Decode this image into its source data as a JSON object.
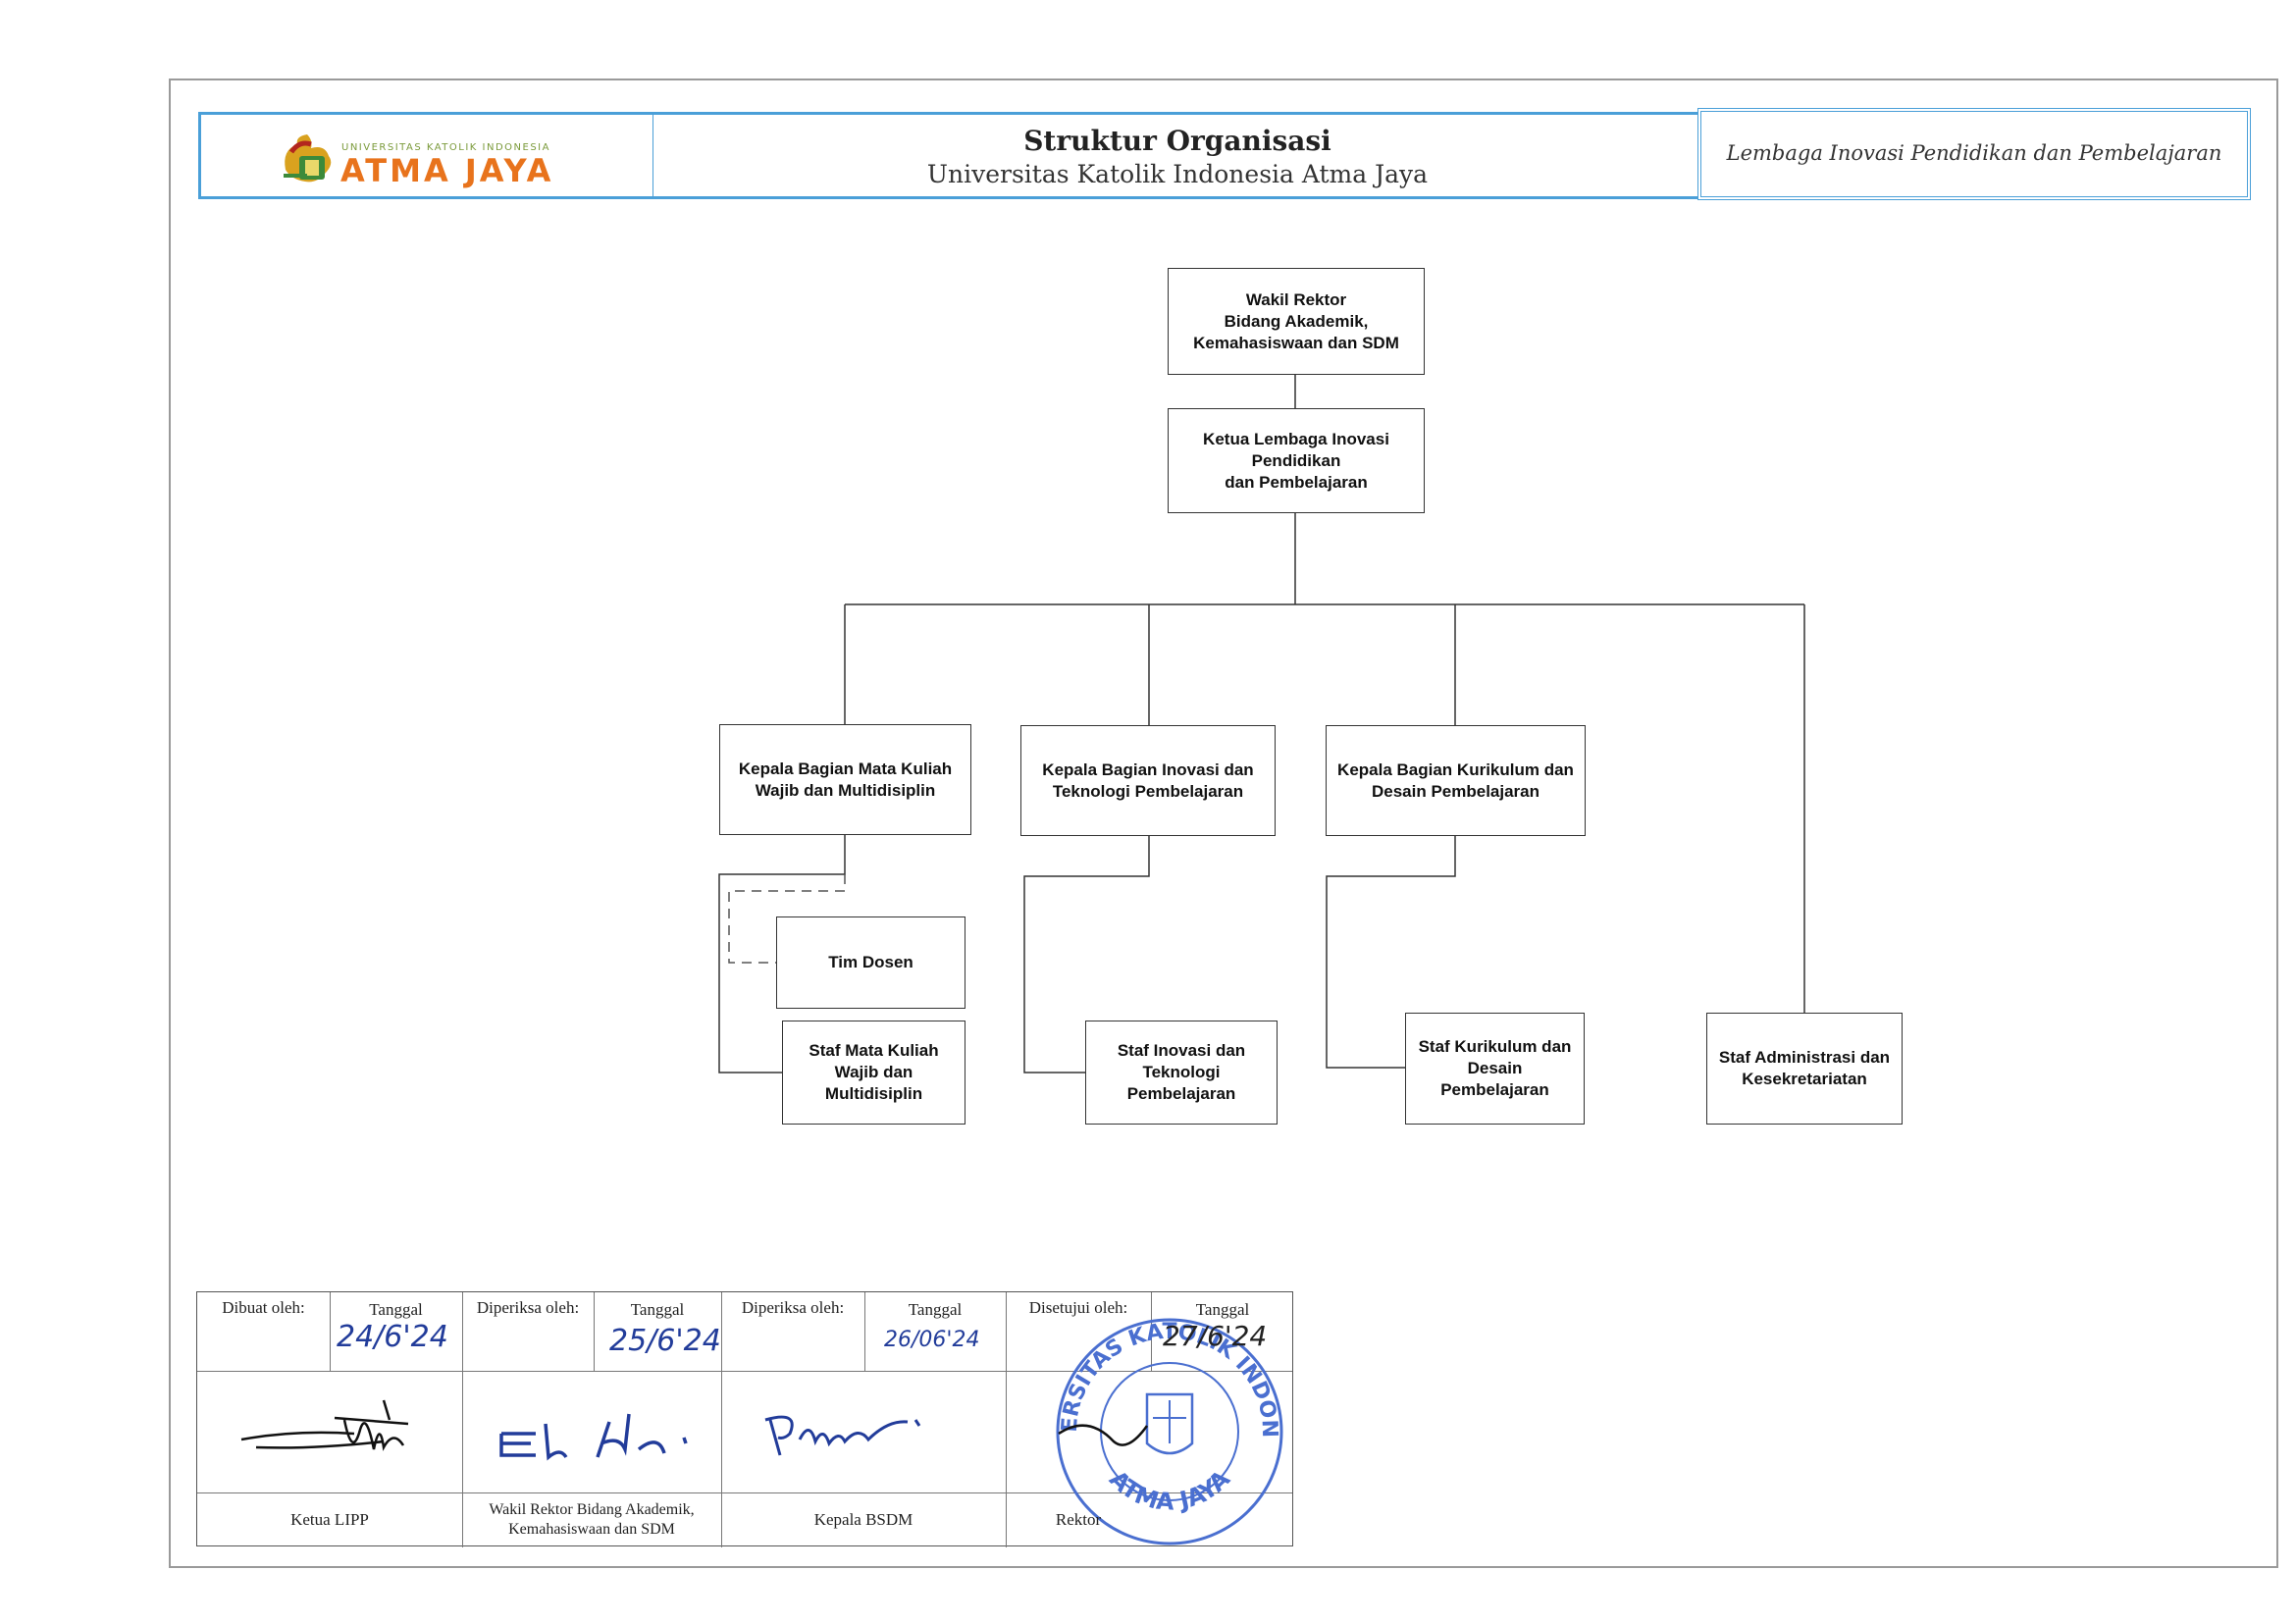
{
  "header": {
    "logo": {
      "top_text": "UNIVERSITAS KATOLIK INDONESIA",
      "name": "ATMA JAYA"
    },
    "title": "Struktur Organisasi",
    "subtitle": "Universitas Katolik Indonesia Atma Jaya",
    "unit": "Lembaga Inovasi Pendidikan dan Pembelajaran"
  },
  "org": {
    "wakil_rektor": "Wakil Rektor\nBidang Akademik,\nKemahasiswaan dan SDM",
    "ketua": "Ketua Lembaga Inovasi\nPendidikan\ndan Pembelajaran",
    "kepala_mk": "Kepala Bagian Mata Kuliah\nWajib dan Multidisiplin",
    "kepala_inovasi": "Kepala Bagian Inovasi dan\nTeknologi Pembelajaran",
    "kepala_kurikulum": "Kepala Bagian Kurikulum dan\nDesain Pembelajaran",
    "tim_dosen": "Tim Dosen",
    "staf_mk": "Staf Mata Kuliah\nWajib dan\nMultidisiplin",
    "staf_inovasi": "Staf Inovasi dan\nTeknologi\nPembelajaran",
    "staf_kurikulum": "Staf Kurikulum dan\nDesain\nPembelajaran",
    "staf_admin": "Staf Administrasi dan\nKesekretariatan"
  },
  "approval": {
    "columns": [
      {
        "label": "Dibuat oleh:",
        "date_label": "Tanggal",
        "date": "24/6'24",
        "role": "Ketua LIPP"
      },
      {
        "label": "Diperiksa oleh:",
        "date_label": "Tanggal",
        "date": "25/6'24",
        "role": "Wakil Rektor Bidang Akademik,\nKemahasiswaan dan SDM"
      },
      {
        "label": "Diperiksa oleh:",
        "date_label": "Tanggal",
        "date": "26/06'24",
        "role": "Kepala BSDM"
      },
      {
        "label": "Disetujui oleh:",
        "date_label": "Tanggal",
        "date": "27/6'24",
        "role": "Rektor"
      }
    ],
    "stamp": {
      "arc_top": "UNIVERSITAS KATOLIK INDONESIA",
      "arc_bottom": "ATMA JAYA"
    }
  },
  "colors": {
    "header_border": "#4a9fd8",
    "logo_orange": "#e8731c",
    "ink_blue": "#223c9a",
    "stamp_blue": "#4a6fd0"
  }
}
